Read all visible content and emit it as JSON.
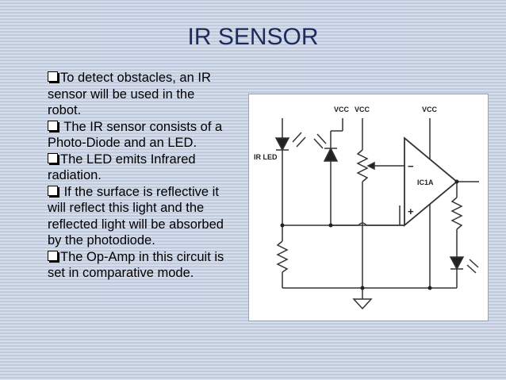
{
  "slide": {
    "title": "IR SENSOR",
    "bullets": [
      "To detect obstacles, an IR sensor will be used in the robot.",
      " The IR sensor consists of a Photo-Diode and an LED.",
      "The LED emits Infrared radiation.",
      " If the surface is reflective it will reflect this light and the reflected light will be absorbed by the photodiode.",
      "The Op-Amp in this circuit is set in comparative mode."
    ]
  },
  "circuit": {
    "vcc_labels": [
      "VCC",
      "VCC",
      "VCC"
    ],
    "ir_led_label": "IR LED",
    "ic_label": "IC1A",
    "minus_sign": "−",
    "plus_sign": "+"
  },
  "colors": {
    "title": "#1f2a5c",
    "background": "#c9d4e6"
  }
}
